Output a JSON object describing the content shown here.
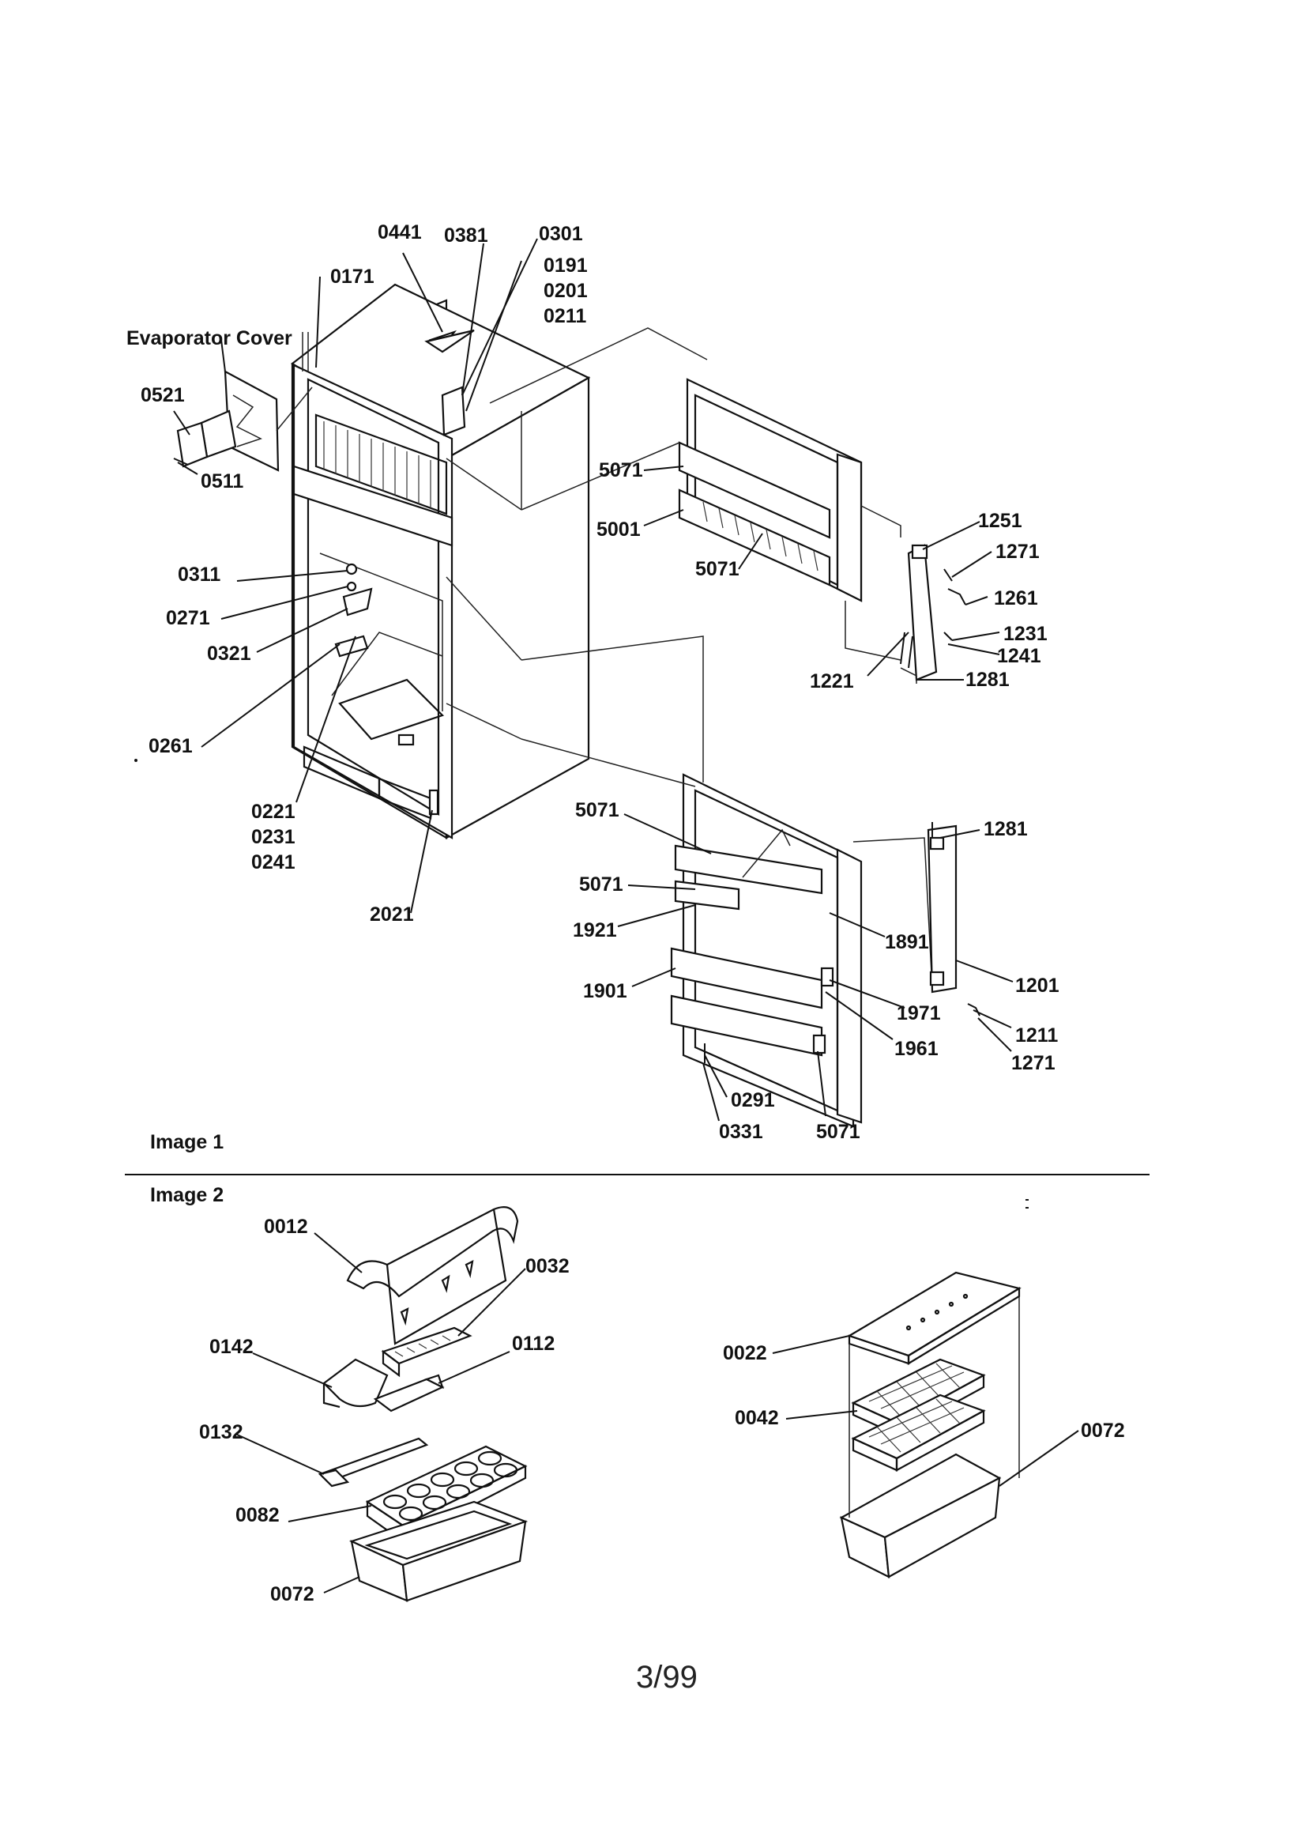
{
  "image1": {
    "caption": "Image 1",
    "evaporator_label": "Evaporator Cover",
    "callouts": [
      "0441",
      "0381",
      "0301",
      "0191",
      "0201",
      "0211",
      "0171",
      "0521",
      "0511",
      "0311",
      "0271",
      "0321",
      "0261",
      "0221",
      "0231",
      "0241",
      "2021",
      "5071",
      "5001",
      "5071",
      "1251",
      "1271",
      "1261",
      "1231",
      "1241",
      "1221",
      "1281",
      "5071",
      "5071",
      "1921",
      "1901",
      "1281",
      "1891",
      "1201",
      "1971",
      "1961",
      "1211",
      "1271",
      "0291",
      "0331",
      "5071"
    ]
  },
  "image2": {
    "caption": "Image 2",
    "callouts": [
      "0012",
      "0032",
      "0142",
      "0112",
      "0132",
      "0082",
      "0072",
      "0022",
      "0042",
      "0072"
    ]
  },
  "page_number": "3/99"
}
